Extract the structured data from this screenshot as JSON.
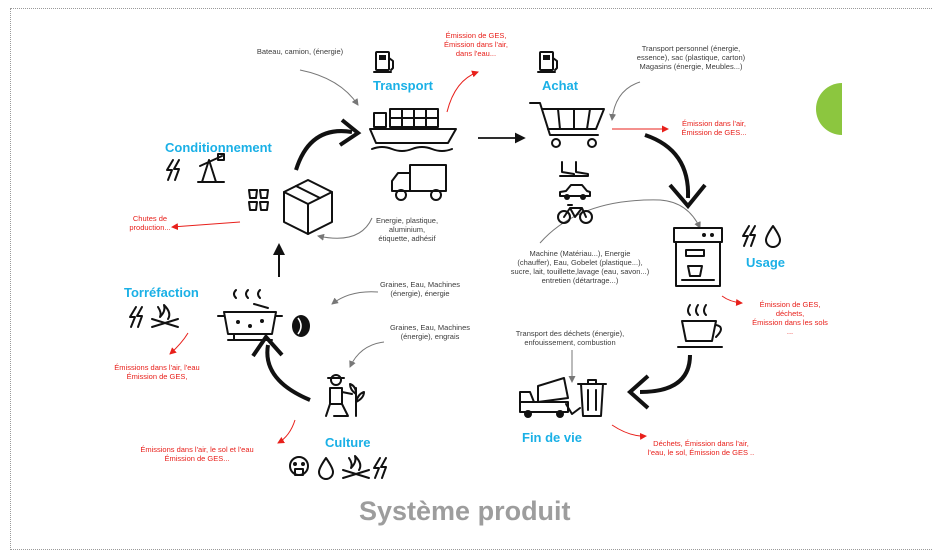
{
  "title": "Système produit",
  "stages": {
    "transport": "Transport",
    "achat": "Achat",
    "usage": "Usage",
    "fin_de_vie": "Fin de vie",
    "culture": "Culture",
    "torrefaction": "Torréfaction",
    "conditionnement": "Conditionnement"
  },
  "inputs": {
    "transport": "Bateau, camion, (énergie)",
    "achat": [
      "Transport personnel (énergie,",
      "essence), sac (plastique, carton)",
      "Magasins (énergie, Meubles...)"
    ],
    "conditionnement": [
      "Energie, plastique,",
      "aluminium,",
      "étiquette, adhésif"
    ],
    "usage": [
      "Machine (Matériau...), Energie",
      "(chauffer), Eau, Gobelet (plastique...),",
      "sucre, lait, touillette,lavage (eau, savon...)",
      "entretien (détartrage...)"
    ],
    "torrefaction": [
      "Graines, Eau, Machines",
      "(énergie), énergie"
    ],
    "culture": [
      "Graines, Eau, Machines",
      "(énergie), engrais"
    ],
    "fin_de_vie": [
      "Transport des déchets (énergie),",
      "enfouissement, combustion"
    ]
  },
  "outputs": {
    "transport": [
      "Émission de GES,",
      "Émission dans l'air,",
      "dans l'eau..."
    ],
    "achat": [
      "Émission dans l'air,",
      "Émission de GES..."
    ],
    "conditionnement": [
      "Chutes de",
      "production..."
    ],
    "usage": [
      "Émission de GES,",
      "déchets,",
      "Émission dans les sols",
      "..."
    ],
    "torrefaction": [
      "Émissions dans l'air, l'eau",
      "Émission de GES,"
    ],
    "culture": [
      "Émissions dans l'air, le sol et l'eau",
      "Émission de GES..."
    ],
    "fin_de_vie": [
      "Déchets, Émission dans l'air,",
      "l'eau, le sol, Émission de GES .."
    ]
  },
  "colors": {
    "stage": "#1ab0e6",
    "emission": "#e8201b",
    "title": "#9d9d9d",
    "accent": "#8cc63f"
  }
}
